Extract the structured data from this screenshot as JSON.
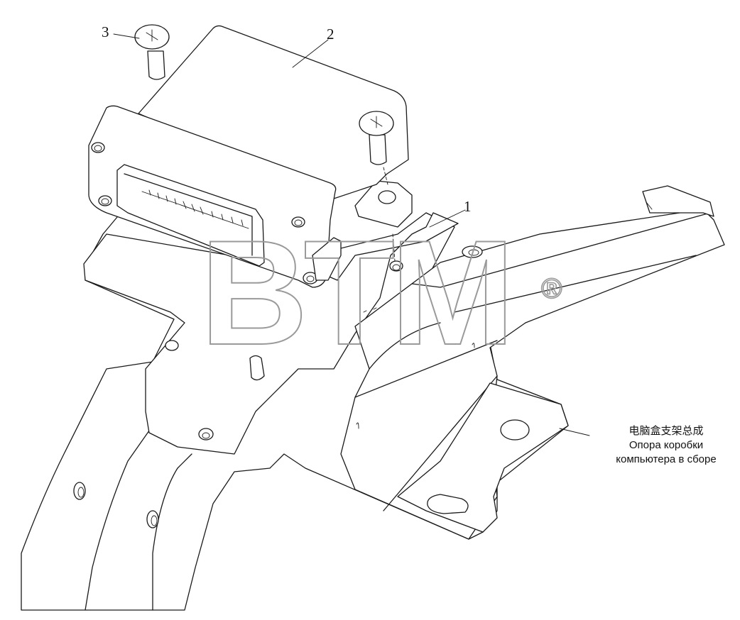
{
  "callouts": [
    {
      "id": "1",
      "label": "1"
    },
    {
      "id": "2",
      "label": "2"
    },
    {
      "id": "3",
      "label": "3"
    }
  ],
  "caption": {
    "line_cn": "电脑盒支架总成",
    "line_ru_1": "Опора коробки",
    "line_ru_2": "компьютера в сборе"
  },
  "watermark": {
    "text": "BTM",
    "mark": "®",
    "color": "#9a9a9a"
  },
  "line_color": "#1a1a1a"
}
